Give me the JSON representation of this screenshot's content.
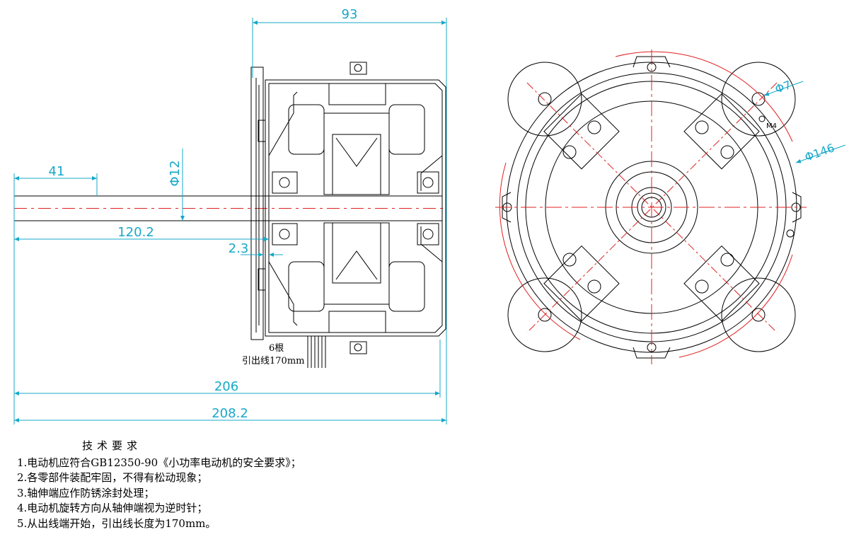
{
  "side_view": {
    "dimensions": {
      "width_top": "93",
      "shaft_ext": "41",
      "shaft_dia": "Φ12",
      "shaft_len": "120.2",
      "flange_gap": "2.3",
      "overall_1": "206",
      "overall_2": "208.2"
    },
    "lead_note": {
      "line1": "6根",
      "line2": "引出线170mm"
    }
  },
  "front_view": {
    "annotations": {
      "hole_dia": "Φ7",
      "thread": "M4",
      "outer_dia": "Φ146"
    }
  },
  "tech_requirements": {
    "title": "技术要求",
    "items": [
      "1.电动机应符合GB12350-90《小功率电动机的安全要求》；",
      "2.各零部件装配牢固，不得有松动现象；",
      "3.轴伸端应作防锈涂封处理；",
      "4.电动机旋转方向从轴伸端视为逆时针；",
      "5.从出线端开始，引出线长度为170mm。"
    ]
  },
  "colors": {
    "line": "#000000",
    "dimension": "#17a8c8",
    "centerline": "#e02020"
  }
}
